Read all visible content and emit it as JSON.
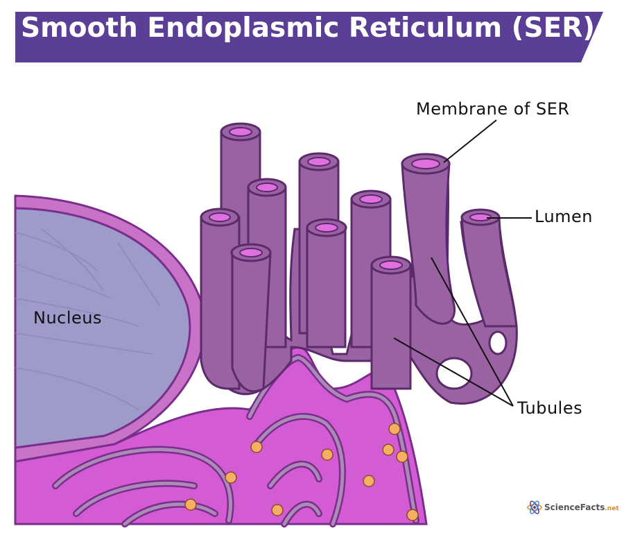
{
  "title": "Smooth Endoplasmic Reticulum (SER)",
  "labels": {
    "membrane": "Membrane of SER",
    "lumen": "Lumen",
    "nucleus": "Nucleus",
    "tubules": "Tubules"
  },
  "logo": {
    "text": "ScienceFacts",
    "suffix": ".net",
    "icon": "atom-icon"
  },
  "colors": {
    "banner": "#5b3e96",
    "tubule_fill": "#9a62a3",
    "tubule_outline": "#5b2a6b",
    "lumen": "#e070e0",
    "rer_fill": "#d35bd3",
    "ribosome": "#f5ae62",
    "nucleus": "#9e9ac9"
  }
}
